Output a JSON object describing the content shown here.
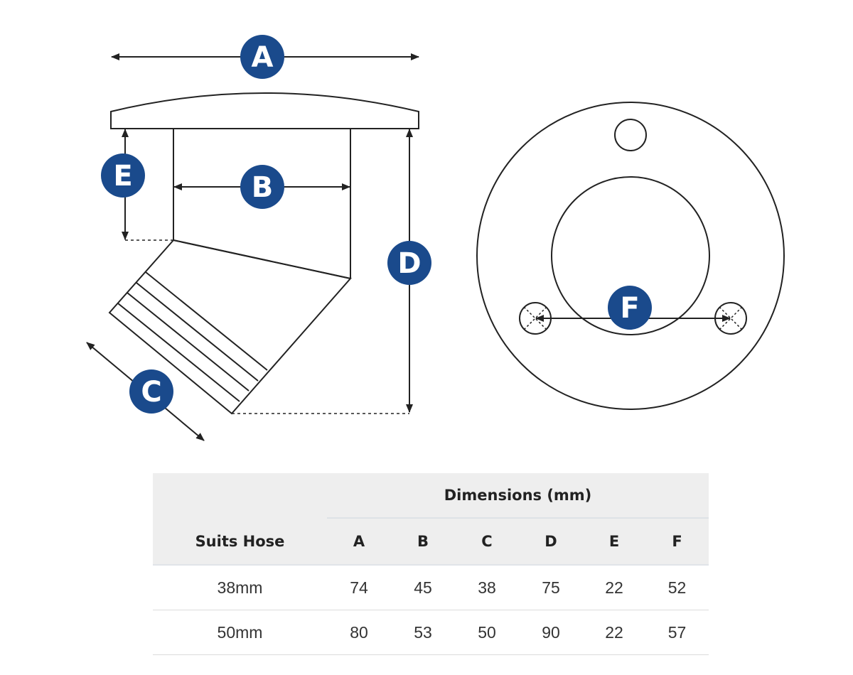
{
  "colors": {
    "badge": "#1a4a8c",
    "line": "#222222",
    "table_header_bg": "#eeeeee"
  },
  "labels": {
    "A": "A",
    "B": "B",
    "C": "C",
    "D": "D",
    "E": "E",
    "F": "F"
  },
  "table": {
    "suits_hose_header": "Suits Hose",
    "dimensions_header": "Dimensions (mm)",
    "columns": [
      "A",
      "B",
      "C",
      "D",
      "E",
      "F"
    ],
    "rows": [
      {
        "hose": "38mm",
        "values": [
          "74",
          "45",
          "38",
          "75",
          "22",
          "52"
        ]
      },
      {
        "hose": "50mm",
        "values": [
          "80",
          "53",
          "50",
          "90",
          "22",
          "57"
        ]
      }
    ]
  }
}
